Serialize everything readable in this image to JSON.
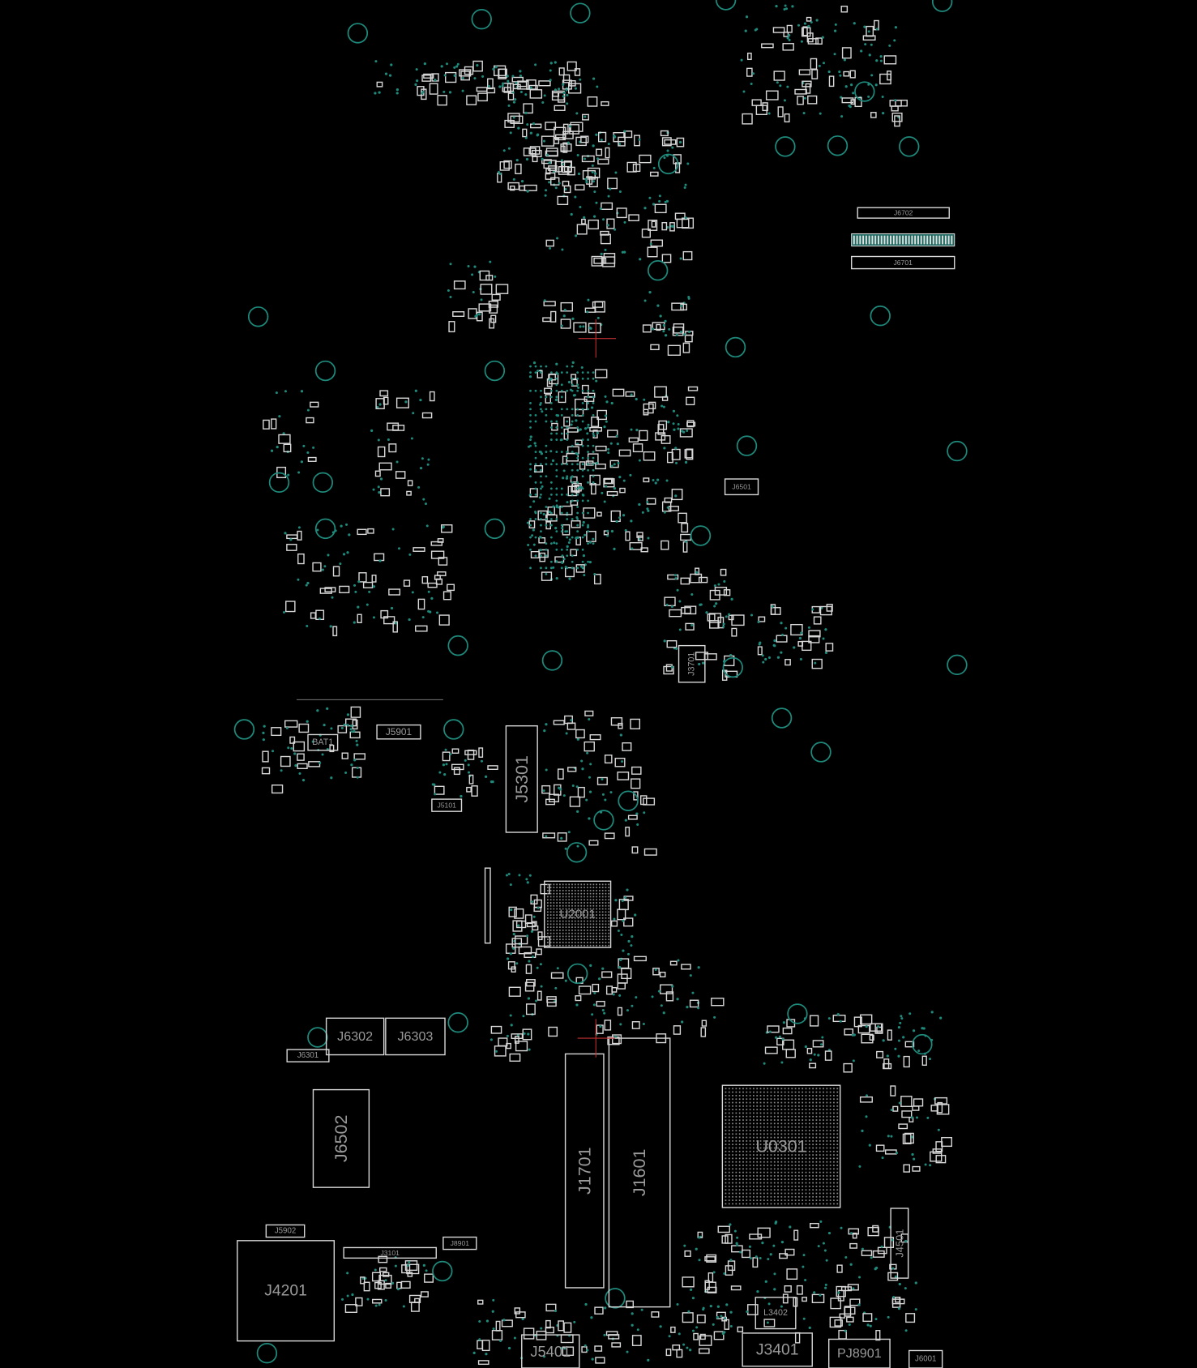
{
  "viewer": {
    "title": "Boardview"
  },
  "colors": {
    "background": "#000000",
    "outline": "#d8d8d8",
    "via": "#1e8a7c",
    "label": "#9a9a9a",
    "cursor": "#c03030"
  },
  "components": [
    {
      "ref": "J6702"
    },
    {
      "ref": "J6701"
    },
    {
      "ref": "J6501"
    },
    {
      "ref": "J5901"
    },
    {
      "ref": "BAT1"
    },
    {
      "ref": "J5301"
    },
    {
      "ref": "U2001"
    },
    {
      "ref": "J6302"
    },
    {
      "ref": "J6303"
    },
    {
      "ref": "J6301"
    },
    {
      "ref": "J6502"
    },
    {
      "ref": "J1701"
    },
    {
      "ref": "J1601"
    },
    {
      "ref": "U0301"
    },
    {
      "ref": "J4501"
    },
    {
      "ref": "J4201"
    },
    {
      "ref": "J5902"
    },
    {
      "ref": "J3101"
    },
    {
      "ref": "J8901"
    },
    {
      "ref": "L3402"
    },
    {
      "ref": "J5401"
    },
    {
      "ref": "J3401"
    },
    {
      "ref": "PJ8901"
    },
    {
      "ref": "J6001"
    },
    {
      "ref": "J3701"
    },
    {
      "ref": "J5101"
    }
  ]
}
